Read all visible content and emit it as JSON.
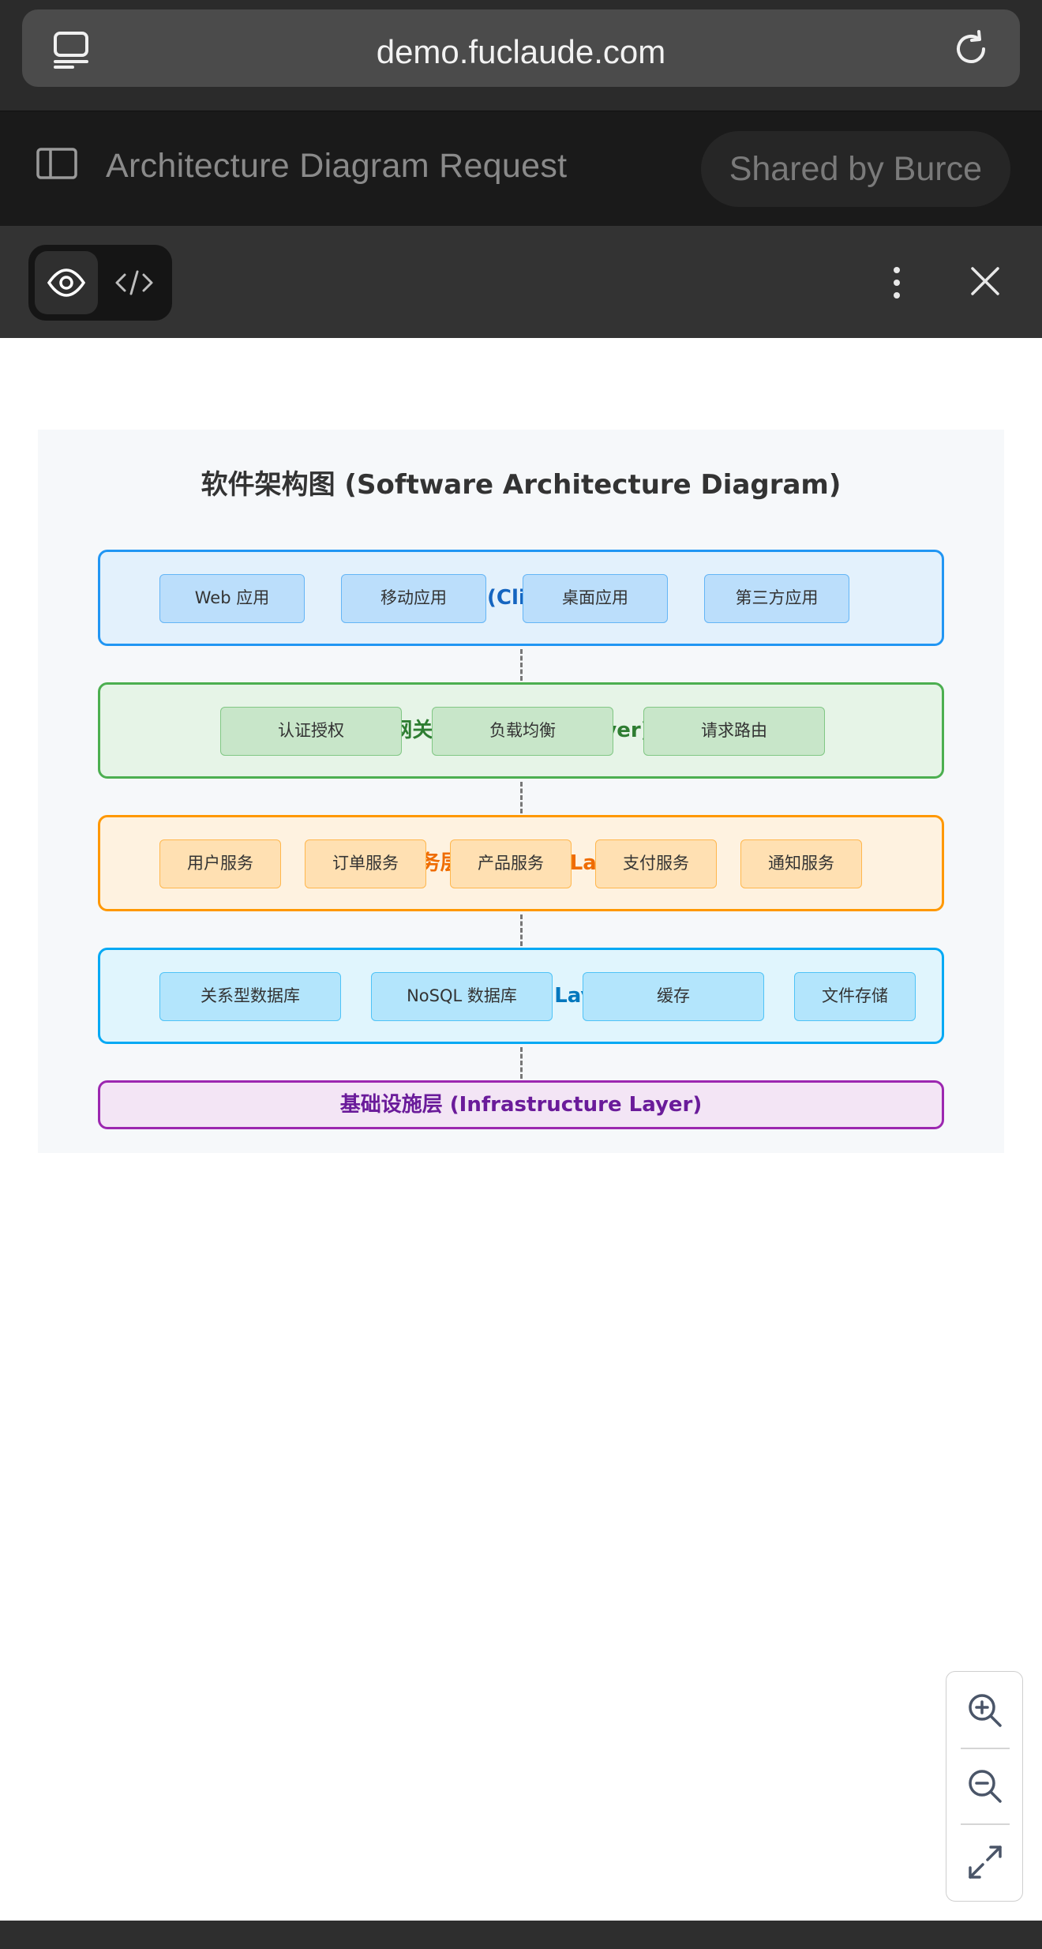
{
  "browser": {
    "url": "demo.fuclaude.com",
    "tabs_icon": "tabs-icon",
    "reload_icon": "reload-icon"
  },
  "header": {
    "title": "Architecture Diagram Request",
    "shared_by": "Shared by Burce",
    "sidebar_icon": "sidebar-toggle-icon"
  },
  "toolbar": {
    "view_preview_icon": "eye-icon",
    "view_code_icon": "code-icon",
    "more_icon": "more-vertical-icon",
    "close_icon": "close-icon"
  },
  "diagram": {
    "title": "软件架构图 (Software Architecture Diagram)",
    "layers": [
      {
        "label": "客户端层 (Client Layer)",
        "components": [
          "Web 应用",
          "移动应用",
          "桌面应用",
          "第三方应用"
        ]
      },
      {
        "label": "网关层 (Gateway Layer)",
        "components": [
          "认证授权",
          "负载均衡",
          "请求路由"
        ]
      },
      {
        "label": "服务层 (Service Layer)",
        "components": [
          "用户服务",
          "订单服务",
          "产品服务",
          "支付服务",
          "通知服务"
        ]
      },
      {
        "label": "数据层 (Data Layer)",
        "components": [
          "关系型数据库",
          "NoSQL 数据库",
          "缓存",
          "文件存储"
        ]
      },
      {
        "label": "基础设施层 (Infrastructure Layer)",
        "components": []
      }
    ]
  },
  "zoom_controls": {
    "zoom_in_icon": "zoom-in-icon",
    "zoom_out_icon": "zoom-out-icon",
    "fit_icon": "expand-icon"
  },
  "colors": {
    "client": "#2196f3",
    "gateway": "#4caf50",
    "service": "#ff9800",
    "data": "#03a9f4",
    "infra": "#9c27b0"
  }
}
